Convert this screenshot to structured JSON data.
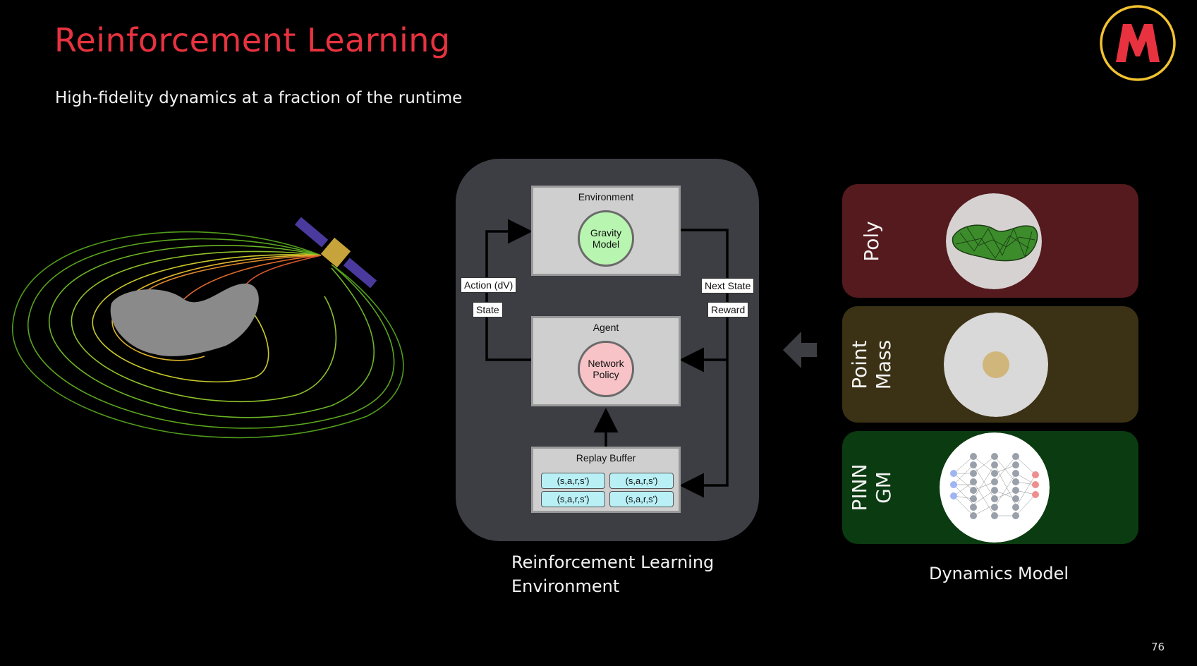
{
  "slide": {
    "title": "Reinforcement Learning",
    "subtitle": "High-fidelity dynamics at a fraction of the runtime",
    "page_number": "76"
  },
  "rl_env": {
    "environment": {
      "title": "Environment",
      "inner": "Gravity\nModel"
    },
    "agent": {
      "title": "Agent",
      "inner": "Network\nPolicy"
    },
    "replay": {
      "title": "Replay Buffer",
      "chips": [
        "(s,a,r,s')",
        "(s,a,r,s')",
        "(s,a,r,s')",
        "(s,a,r,s')"
      ]
    },
    "tags": {
      "action": "Action (dV)",
      "state": "State",
      "next_state": "Next State",
      "reward": "Reward"
    },
    "caption_line1": "Reinforcement Learning",
    "caption_line2": "Environment"
  },
  "dynamics": {
    "caption": "Dynamics Model",
    "cards": [
      {
        "label": "Poly",
        "color": "#551a1e"
      },
      {
        "label": "Point\nMass",
        "color": "#3b3114"
      },
      {
        "label": "PINN\nGM",
        "color": "#0b3b10"
      }
    ]
  },
  "colors": {
    "title": "#e8323f",
    "panel": "#3d3e44",
    "gravity_model": "#b8f5b0",
    "network_policy": "#f8c3c6",
    "chip": "#b8f0f6"
  },
  "icons": {
    "logo": "university-m-logo",
    "arrow": "arrow-left-icon",
    "satellite": "satellite-icon",
    "asteroid": "asteroid-shape"
  }
}
